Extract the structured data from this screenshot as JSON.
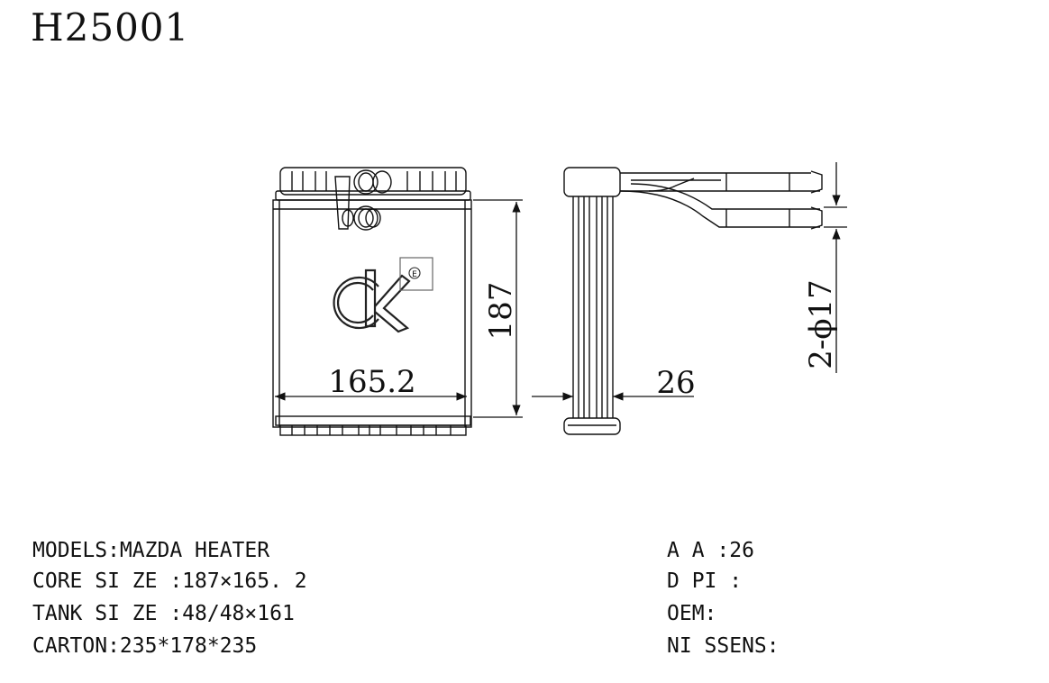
{
  "part_number": "H25001",
  "dimensions": {
    "core_width": "165.2",
    "core_height": "187",
    "thickness": "26",
    "pipes": "2-ϕ17"
  },
  "logo": {
    "text": "ck",
    "mark": "E"
  },
  "specs_left": [
    "MODELS:MAZDA HEATER",
    "CORE SI ZE :187×165. 2",
    "TANK SI ZE :48/48×161",
    "CARTON:235*178*235"
  ],
  "specs_right": [
    "A A :26",
    "D PI :",
    "OEM:",
    "NI SSENS:"
  ]
}
